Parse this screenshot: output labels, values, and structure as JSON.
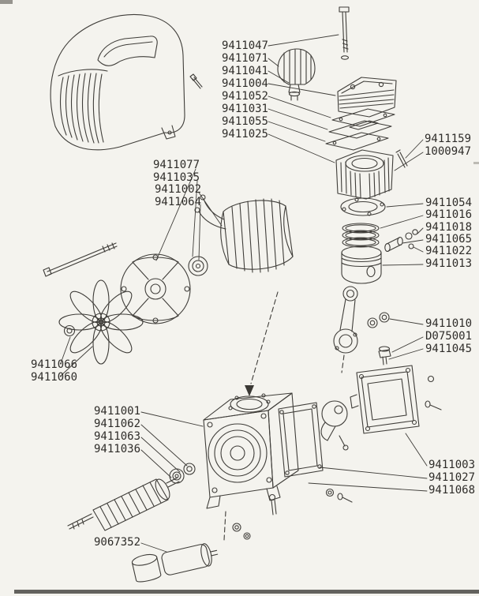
{
  "diagram": {
    "kind": "exploded-parts-diagram",
    "subject": "air-compressor pump and motor assembly",
    "background_color": "#f4f3ee",
    "line_color": "#3f3d39",
    "text_color": "#2e2c29"
  },
  "labels": [
    {
      "part": "9411047"
    },
    {
      "part": "9411071"
    },
    {
      "part": "9411041"
    },
    {
      "part": "9411004"
    },
    {
      "part": "9411052"
    },
    {
      "part": "9411031"
    },
    {
      "part": "9411055"
    },
    {
      "part": "9411025"
    },
    {
      "part": "9411159"
    },
    {
      "part": "1000947"
    },
    {
      "part": "9411077"
    },
    {
      "part": "9411035"
    },
    {
      "part": "9411002"
    },
    {
      "part": "9411064"
    },
    {
      "part": "9411054"
    },
    {
      "part": "9411016"
    },
    {
      "part": "9411018"
    },
    {
      "part": "9411065"
    },
    {
      "part": "9411022"
    },
    {
      "part": "9411013"
    },
    {
      "part": "9411010"
    },
    {
      "part": "D075001"
    },
    {
      "part": "9411045"
    },
    {
      "part": "9411066"
    },
    {
      "part": "9411060"
    },
    {
      "part": "9411001"
    },
    {
      "part": "9411062"
    },
    {
      "part": "9411063"
    },
    {
      "part": "9411036"
    },
    {
      "part": "9411003"
    },
    {
      "part": "9411027"
    },
    {
      "part": "9411068"
    },
    {
      "part": "9067352"
    }
  ]
}
